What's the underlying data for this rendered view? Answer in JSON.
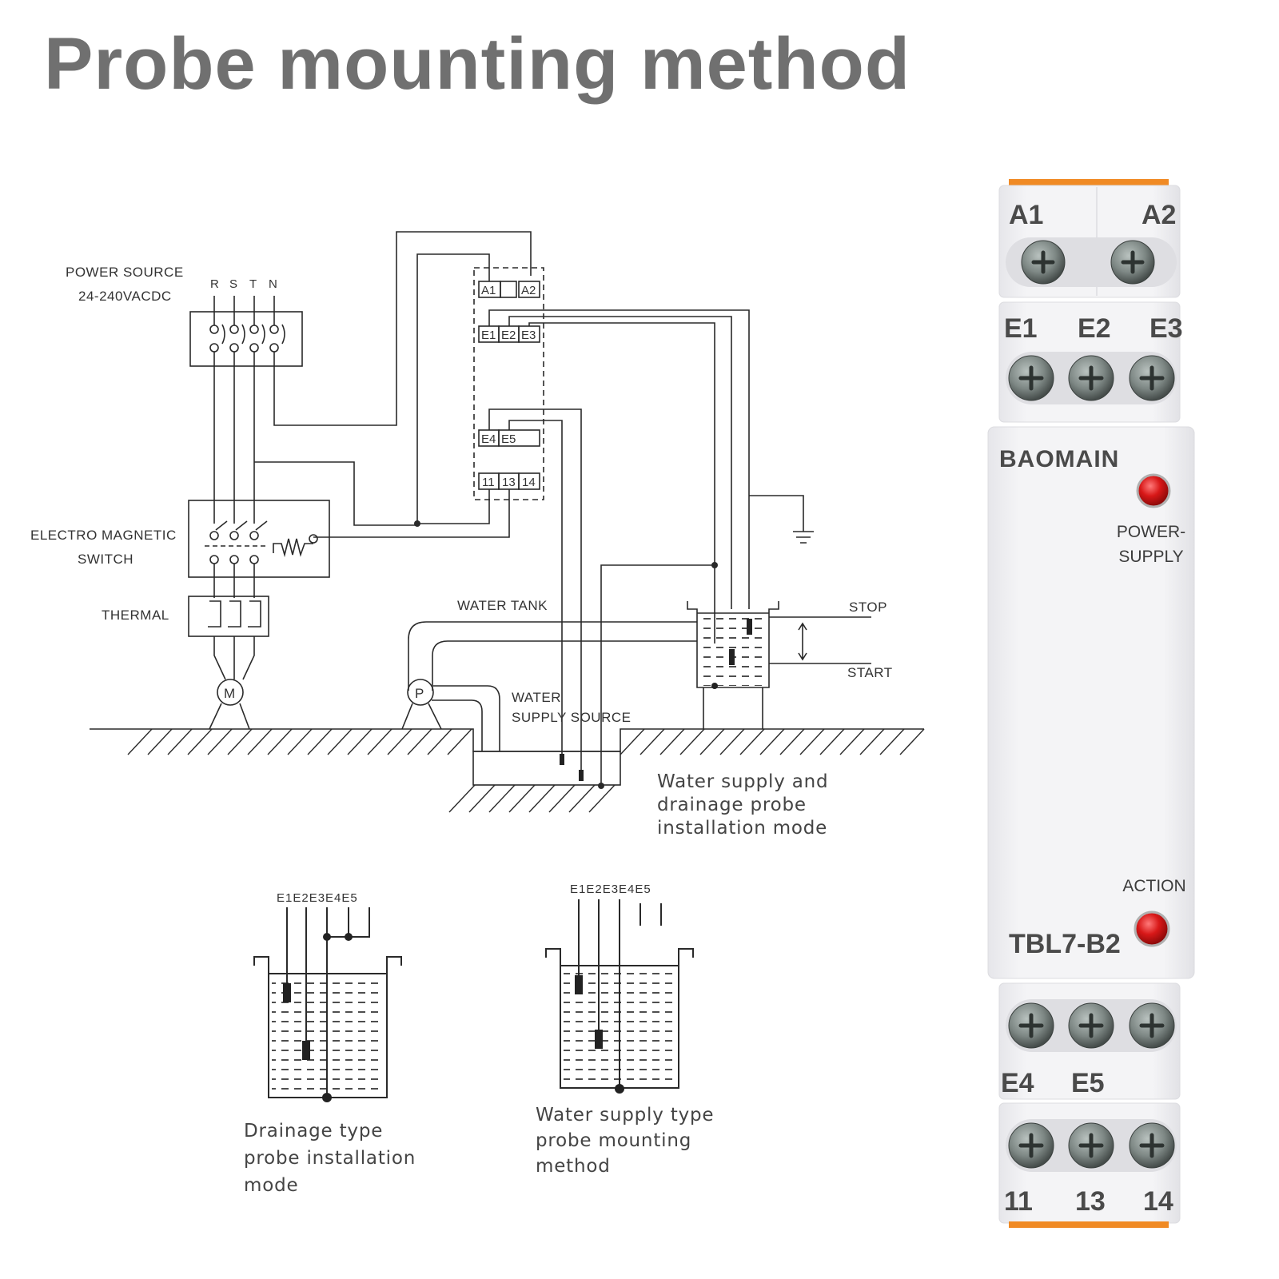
{
  "title": "Probe mounting method",
  "wiring": {
    "power_source": "POWER SOURCE",
    "voltage": "24-240VACDC",
    "phases": [
      "R",
      "S",
      "T",
      "N"
    ],
    "relay_terminals": [
      "A1",
      "A2",
      "E1",
      "E2",
      "E3",
      "E4",
      "E5",
      "11",
      "13",
      "14"
    ],
    "electromagnetic_switch": [
      "ELECTRO MAGNETIC",
      "SWITCH"
    ],
    "thermal": "THERMAL",
    "motor": "M",
    "pump": "P",
    "water_tank": "WATER TANK",
    "stop": "STOP",
    "start": "START",
    "water_supply_source": [
      "WATER",
      "SUPPLY SOURCE"
    ],
    "caption": [
      "Water supply and",
      "drainage probe",
      "installation mode"
    ]
  },
  "drainage": {
    "terminals": "E1E2E3E4E5",
    "caption": [
      "Drainage type",
      "probe installation",
      "mode"
    ]
  },
  "supply": {
    "terminals": "E1E2E3E4E5",
    "caption": [
      "Water supply type",
      "probe mounting",
      "method"
    ]
  },
  "device": {
    "brand": "BAOMAIN",
    "model": "TBL7-B2",
    "top_labels": [
      "A1",
      "A2"
    ],
    "probe_labels": [
      "E1",
      "E2",
      "E3"
    ],
    "power_led_label": [
      "POWER-",
      "SUPPLY"
    ],
    "action_led_label": "ACTION",
    "lower_labels": [
      "E4",
      "E5"
    ],
    "bottom_labels": [
      "11",
      "13",
      "14"
    ],
    "colors": {
      "accent": "#f08a24",
      "led": "#d01414",
      "housing": "#f2f2f4"
    }
  }
}
